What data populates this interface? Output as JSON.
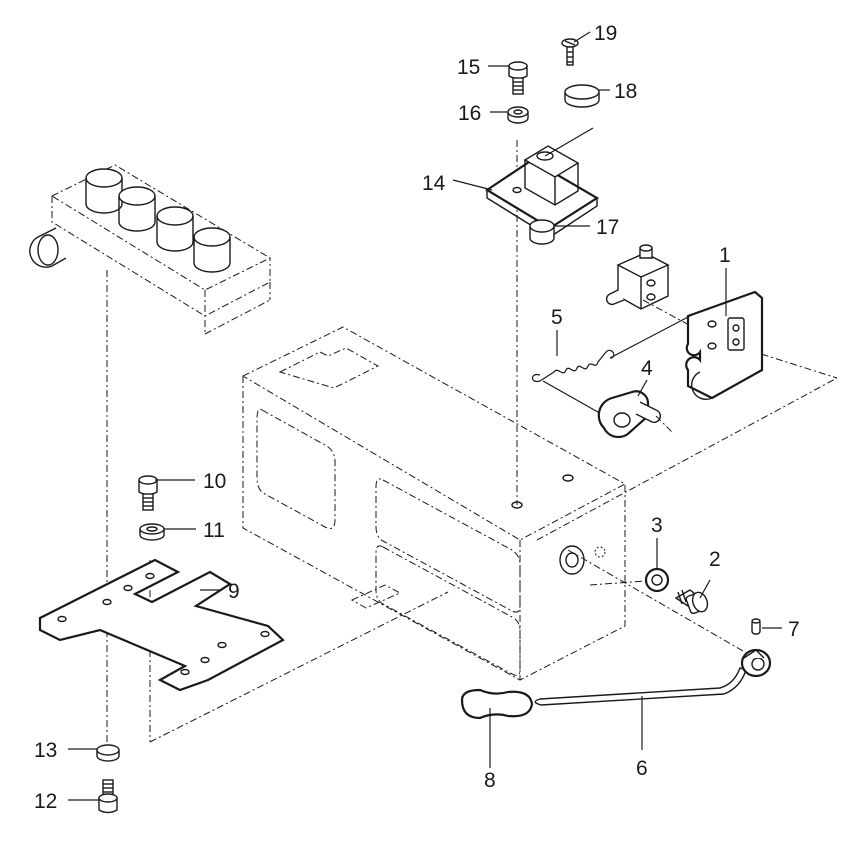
{
  "labels": {
    "p1": "1",
    "p2": "2",
    "p3": "3",
    "p4": "4",
    "p5": "5",
    "p6": "6",
    "p7": "7",
    "p8": "8",
    "p9": "9",
    "p10": "10",
    "p11": "11",
    "p12": "12",
    "p13": "13",
    "p14": "14",
    "p15": "15",
    "p16": "16",
    "p17": "17",
    "p18": "18",
    "p19": "19"
  }
}
